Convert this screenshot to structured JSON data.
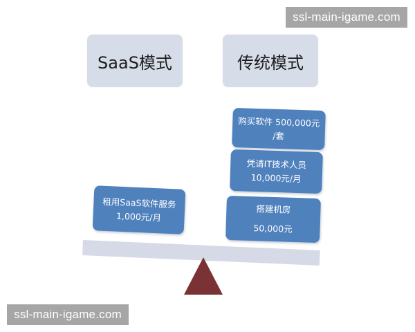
{
  "watermarks": {
    "top_right": "ssl-main-igame.com",
    "bottom_left": "ssl-main-igame.com"
  },
  "headers": {
    "saas": "SaaS模式",
    "traditional": "传统模式"
  },
  "saas_side": {
    "items": [
      {
        "line1": "租用SaaS软件服务",
        "line2": "1,000元/月"
      }
    ]
  },
  "traditional_side": {
    "items": [
      {
        "line1": "购买软件  500,000元",
        "line2": "/套"
      },
      {
        "line1": "凭请IT技术人员",
        "line2": "10,000元/月"
      },
      {
        "line1": "搭建机房",
        "line2": "50,000元"
      }
    ]
  },
  "colors": {
    "header_box": "#d6dce8",
    "item_box": "#4f81bd",
    "beam": "#d5dae6",
    "fulcrum": "#7b3235",
    "watermark_bg": "#a6a6a6"
  }
}
